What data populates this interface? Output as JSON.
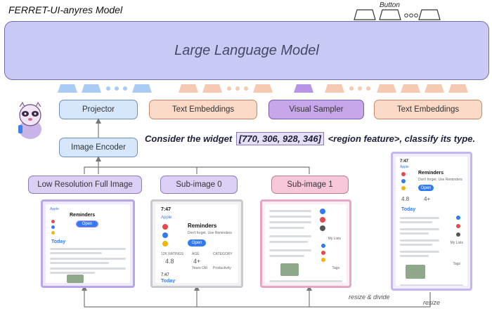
{
  "title": "FERRET-UI-anyres Model",
  "button_label": "Button",
  "llm_label": "Large Language Model",
  "modules": {
    "projector": "Projector",
    "text_embeddings_left": "Text Embeddings",
    "visual_sampler": "Visual Sampler",
    "text_embeddings_right": "Text Embeddings",
    "image_encoder": "Image Encoder"
  },
  "query": {
    "prefix": "Consider the widget",
    "coords": "[770, 306, 928, 346]",
    "suffix": "<region feature>, classify its type."
  },
  "inputs": {
    "low_res": "Low Resolution Full Image",
    "sub0": "Sub-image 0",
    "sub1": "Sub-image 1"
  },
  "notes": {
    "resize_divide": "resize & divide",
    "resize": "resize"
  },
  "screens": {
    "time": "7:47",
    "back": "Apple",
    "app_name": "Reminders",
    "app_subtitle": "Don't forget. Use Reminders",
    "open": "Open",
    "rating": "4.8",
    "age": "4+",
    "today": "Today",
    "category": "Productivity",
    "ratings_label": "12K RATINGS",
    "age_label": "AGE",
    "category_label": "CATEGORY",
    "years_old": "Years Old",
    "my_lists": "My Lists",
    "tags": "Tags"
  },
  "colors": {
    "llm": "#c9c9f6",
    "blue_token": "#a9cbf4",
    "orange_token": "#f6c9b2",
    "purple_token": "#b894e6",
    "accent_blue": "#2f7bf6"
  }
}
